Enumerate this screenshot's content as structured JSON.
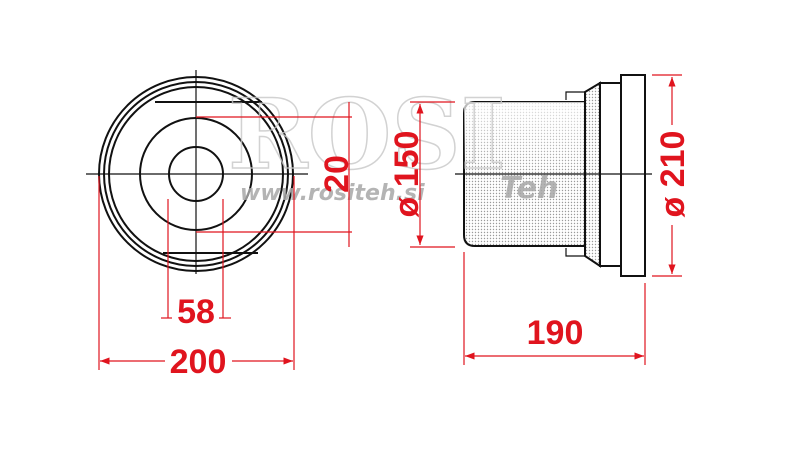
{
  "drawing": {
    "front_view": {
      "dimensions": {
        "inner_height": "20",
        "bore_width": "58",
        "outer_diameter": "200"
      }
    },
    "side_view": {
      "dimensions": {
        "body_diameter": "ø 150",
        "flange_diameter": "ø 210",
        "length": "190"
      }
    },
    "watermark": {
      "logo": "ROSI",
      "url": "www.rositeh.si",
      "suffix": "Teh"
    },
    "colors": {
      "dimension": "#e0141e",
      "outline": "#111111"
    }
  }
}
